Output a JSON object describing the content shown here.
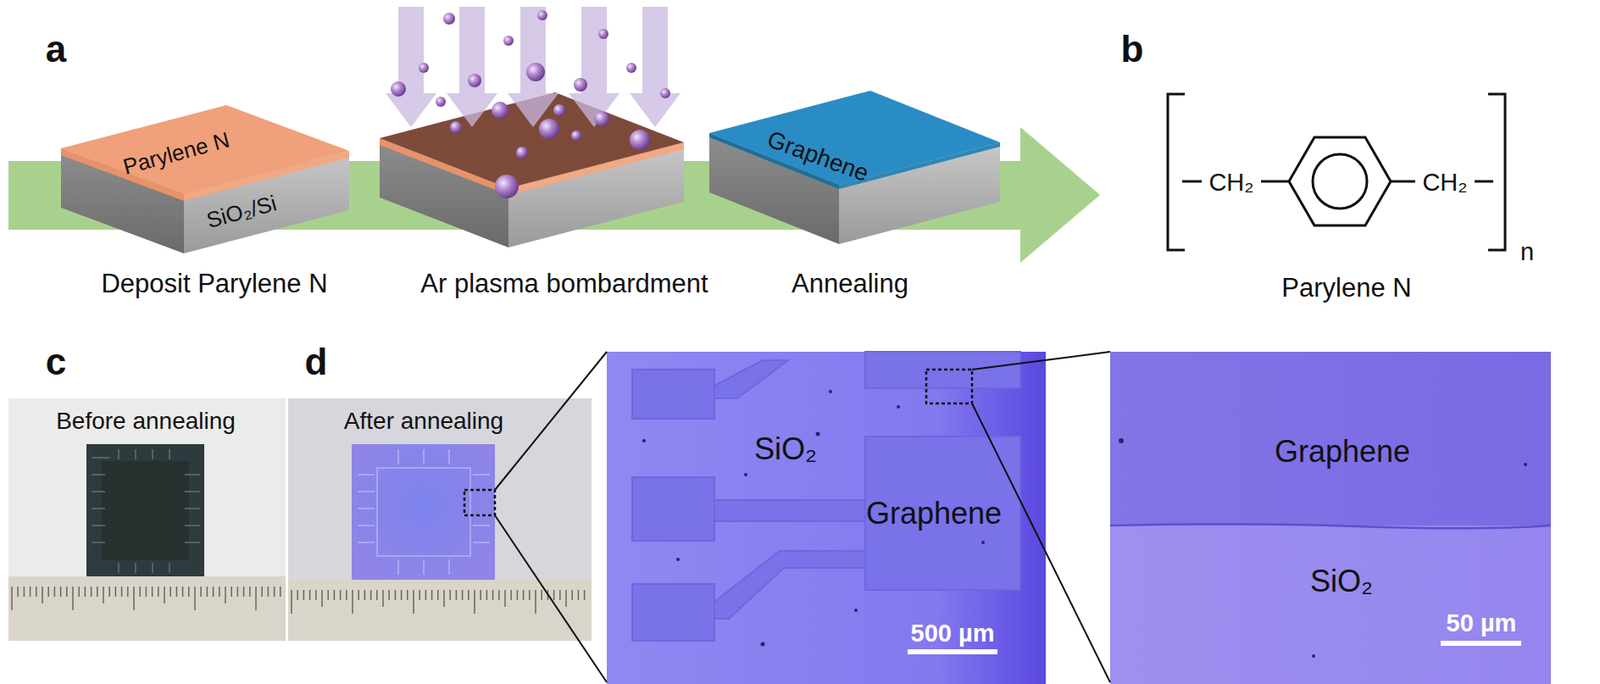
{
  "diagram": {
    "nodes": [
      {
        "text": [
          "Before annealing"
        ]
      },
      {
        "text": [
          "After annealing"
        ]
      },
      {
        "text": [
          "SiO₂",
          "Graphene",
          "500 µm"
        ]
      },
      {
        "text": [
          "Graphene",
          "SiO₂",
          "50 µm"
        ]
      }
    ],
    "labels": [
      "a",
      "Parylene N",
      "SiO₂/Si",
      "Graphene",
      "Deposit Parylene N",
      "Ar plasma bombardment",
      "Annealing",
      "b",
      "CH₂",
      "CH₂",
      "n",
      "Parylene N",
      "c",
      "d"
    ]
  }
}
